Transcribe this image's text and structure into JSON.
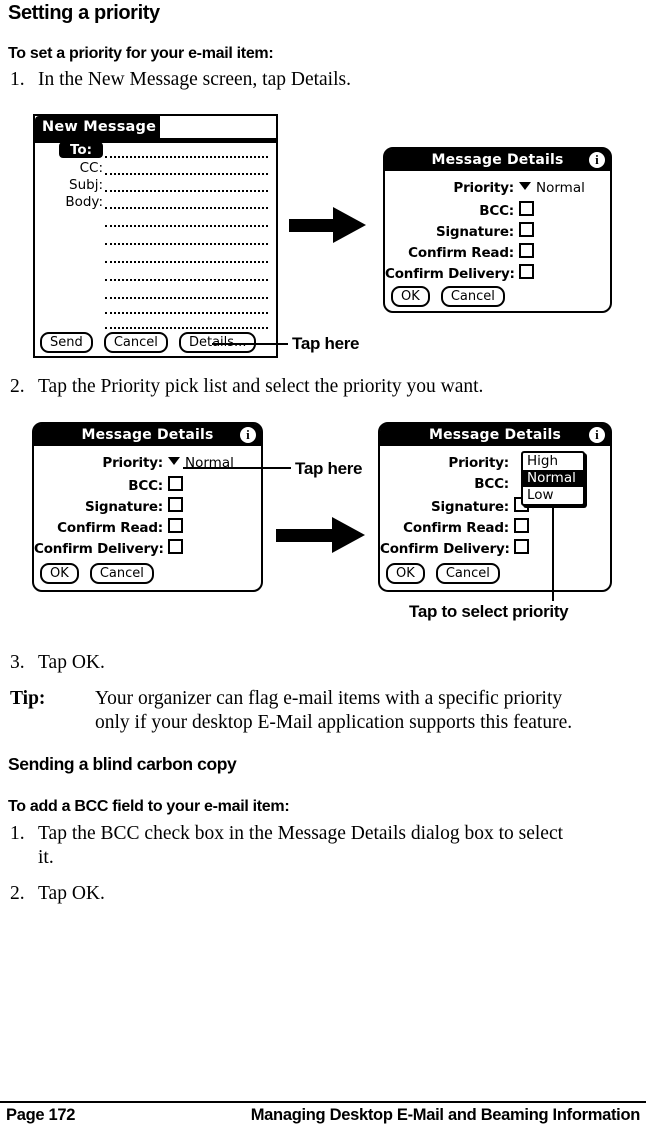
{
  "section_priority": {
    "heading": "Setting a priority",
    "subheading": "To set a priority for your e-mail item:",
    "step1_num": "1.",
    "step1_text": "In the New Message screen, tap Details.",
    "step2_num": "2.",
    "step2_text": "Tap the Priority pick list and select the priority you want.",
    "step3_num": "3.",
    "step3_text": "Tap OK.",
    "tip_label": "Tip:",
    "tip_line1": "Your organizer can flag e-mail items with a specific priority",
    "tip_line2": "only if your desktop E-Mail application supports this feature."
  },
  "section_bcc": {
    "heading": "Sending a blind carbon copy",
    "subheading": "To add a BCC field to your e-mail item:",
    "step1_num": "1.",
    "step1_text": "Tap the BCC check box in the Message Details dialog box to select",
    "step1_text_wrap": "it.",
    "step2_num": "2.",
    "step2_text": "Tap OK."
  },
  "callouts": {
    "tap_here_1": "Tap here",
    "tap_here_2": "Tap here",
    "tap_select": "Tap to select priority"
  },
  "new_message": {
    "title": "New Message",
    "field_to": "To:",
    "field_cc": "CC:",
    "field_subj": "Subj:",
    "field_body": "Body:",
    "btn_send": "Send",
    "btn_cancel": "Cancel",
    "btn_details": "Details..."
  },
  "message_details": {
    "title": "Message Details",
    "info_icon": "i",
    "label_priority": "Priority:",
    "value_priority": "Normal",
    "label_bcc": "BCC:",
    "label_signature": "Signature:",
    "label_confirm_read": "Confirm Read:",
    "label_confirm_delivery": "Confirm Delivery:",
    "btn_ok": "OK",
    "btn_cancel": "Cancel",
    "picklist": {
      "opt_high": "High",
      "opt_normal": "Normal",
      "opt_low": "Low",
      "selected": "Normal"
    }
  },
  "footer": {
    "page": "Page 172",
    "chapter": "Managing Desktop E-Mail and Beaming Information"
  },
  "colors": {
    "ink": "#000000",
    "paper": "#ffffff"
  }
}
